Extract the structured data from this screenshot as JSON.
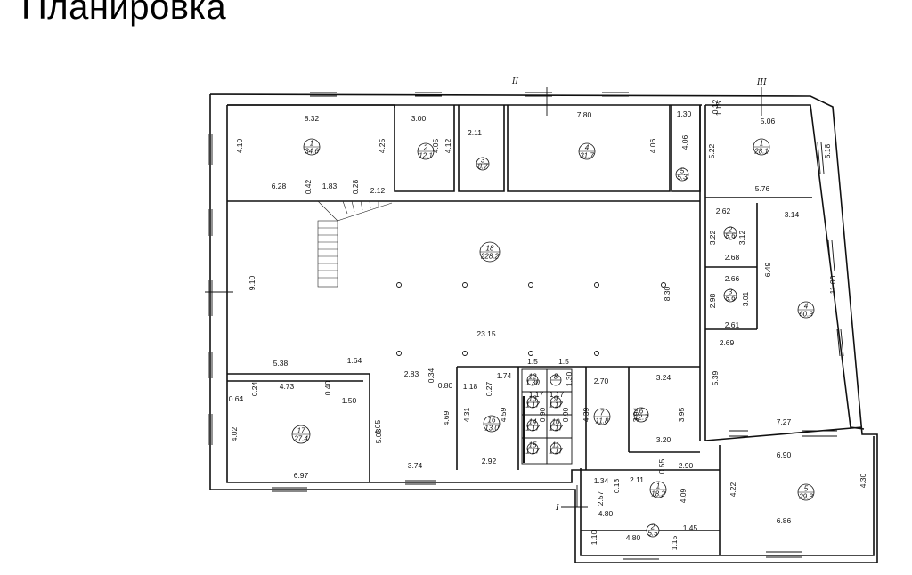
{
  "title": "Планировка",
  "axes": {
    "axis_top_1": "II",
    "axis_top_2": "III",
    "axis_left": "I"
  },
  "rooms": [
    {
      "id": "r1",
      "num": "1",
      "area": "34.6"
    },
    {
      "id": "r2",
      "num": "2",
      "area": "12.1"
    },
    {
      "id": "r3",
      "num": "3",
      "area": "8.7"
    },
    {
      "id": "r4",
      "num": "4",
      "area": "31.7"
    },
    {
      "id": "r5",
      "num": "5",
      "area": "5.3"
    },
    {
      "id": "r18",
      "num": "18",
      "area": "228.2"
    },
    {
      "id": "r17",
      "num": "17",
      "area": "27.4"
    },
    {
      "id": "r16",
      "num": "16",
      "area": "13.0"
    },
    {
      "id": "r7",
      "num": "7",
      "area": "11.8"
    },
    {
      "id": "r6",
      "num": "6",
      "area": "12.7"
    },
    {
      "id": "r12",
      "num": "12",
      "area": "1.30"
    },
    {
      "id": "r8",
      "num": "8",
      "area": ""
    },
    {
      "id": "r13",
      "num": "13",
      "area": "1.17"
    },
    {
      "id": "r9",
      "num": "9",
      "area": "1.17"
    },
    {
      "id": "r14",
      "num": "14",
      "area": "1.17"
    },
    {
      "id": "r10",
      "num": "10",
      "area": "1.17"
    },
    {
      "id": "r15",
      "num": "15",
      "area": "1.17"
    },
    {
      "id": "r11",
      "num": "11",
      "area": "1.17"
    },
    {
      "id": "rB1",
      "num": "1",
      "area": "28.1"
    },
    {
      "id": "rB2",
      "num": "2",
      "area": "8.6"
    },
    {
      "id": "rB3",
      "num": "3",
      "area": "8.6"
    },
    {
      "id": "rB4",
      "num": "4",
      "area": "60.3"
    },
    {
      "id": "rB5",
      "num": "5",
      "area": "29.3"
    },
    {
      "id": "rC1",
      "num": "1",
      "area": "18.2"
    },
    {
      "id": "rC2",
      "num": "2",
      "area": "5.5"
    }
  ],
  "dimensions": [
    "8.32",
    "4.10",
    "4.25",
    "3.00",
    "4.05",
    "2.11",
    "4.12",
    "7.80",
    "4.06",
    "4.06",
    "1.30",
    "6.28",
    "0.42",
    "1.83",
    "0.28",
    "2.12",
    "9.10",
    "23.15",
    "8.30",
    "5.38",
    "1.64",
    "0.24",
    "4.73",
    "0.40",
    "1.50",
    "0.64",
    "4.02",
    "4.05",
    "5.03",
    "6.97",
    "3.74",
    "2.83",
    "0.34",
    "0.80",
    "4.69",
    "1.18",
    "1.74",
    "0.27",
    "1.5",
    "1.5",
    "1.30",
    "4.31",
    "4.59",
    "2.92",
    "4.39",
    "2.70",
    "3.24",
    "3.94",
    "3.95",
    "3.20",
    "1.17",
    "1.17",
    "0.90",
    "0.90",
    "1.15",
    "5.06",
    "5.18",
    "5.22",
    "5.76",
    "2.62",
    "3.14",
    "3.22",
    "3.12",
    "2.68",
    "6.49",
    "2.66",
    "2.98",
    "3.01",
    "2.61",
    "11.00",
    "2.69",
    "5.39",
    "7.27",
    "6.90",
    "4.22",
    "4.30",
    "6.86",
    "2.90",
    "0.55",
    "1.34",
    "2.11",
    "0.13",
    "2.57",
    "4.80",
    "4.09",
    "1.10",
    "4.80",
    "1.15",
    "1.45",
    "0.12"
  ]
}
